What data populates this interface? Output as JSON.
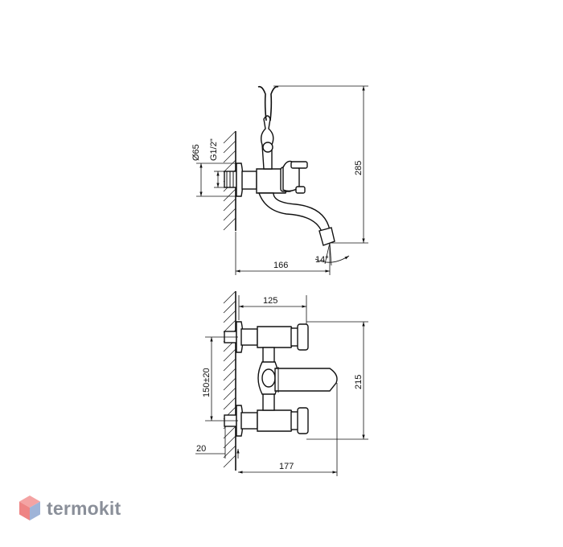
{
  "side_view": {
    "diameter_label": "Ø65",
    "thread_label": "G1/2\"",
    "height_label": "285",
    "length_label": "166",
    "angle_label": "14°"
  },
  "front_view": {
    "top_width_label": "125",
    "center_distance_label": "150±20",
    "height_label": "215",
    "offset_label": "20",
    "total_width_label": "177"
  },
  "brand": {
    "name": "termokit",
    "accent_color": "#f08a8a",
    "secondary_color": "#9fb4d8"
  }
}
